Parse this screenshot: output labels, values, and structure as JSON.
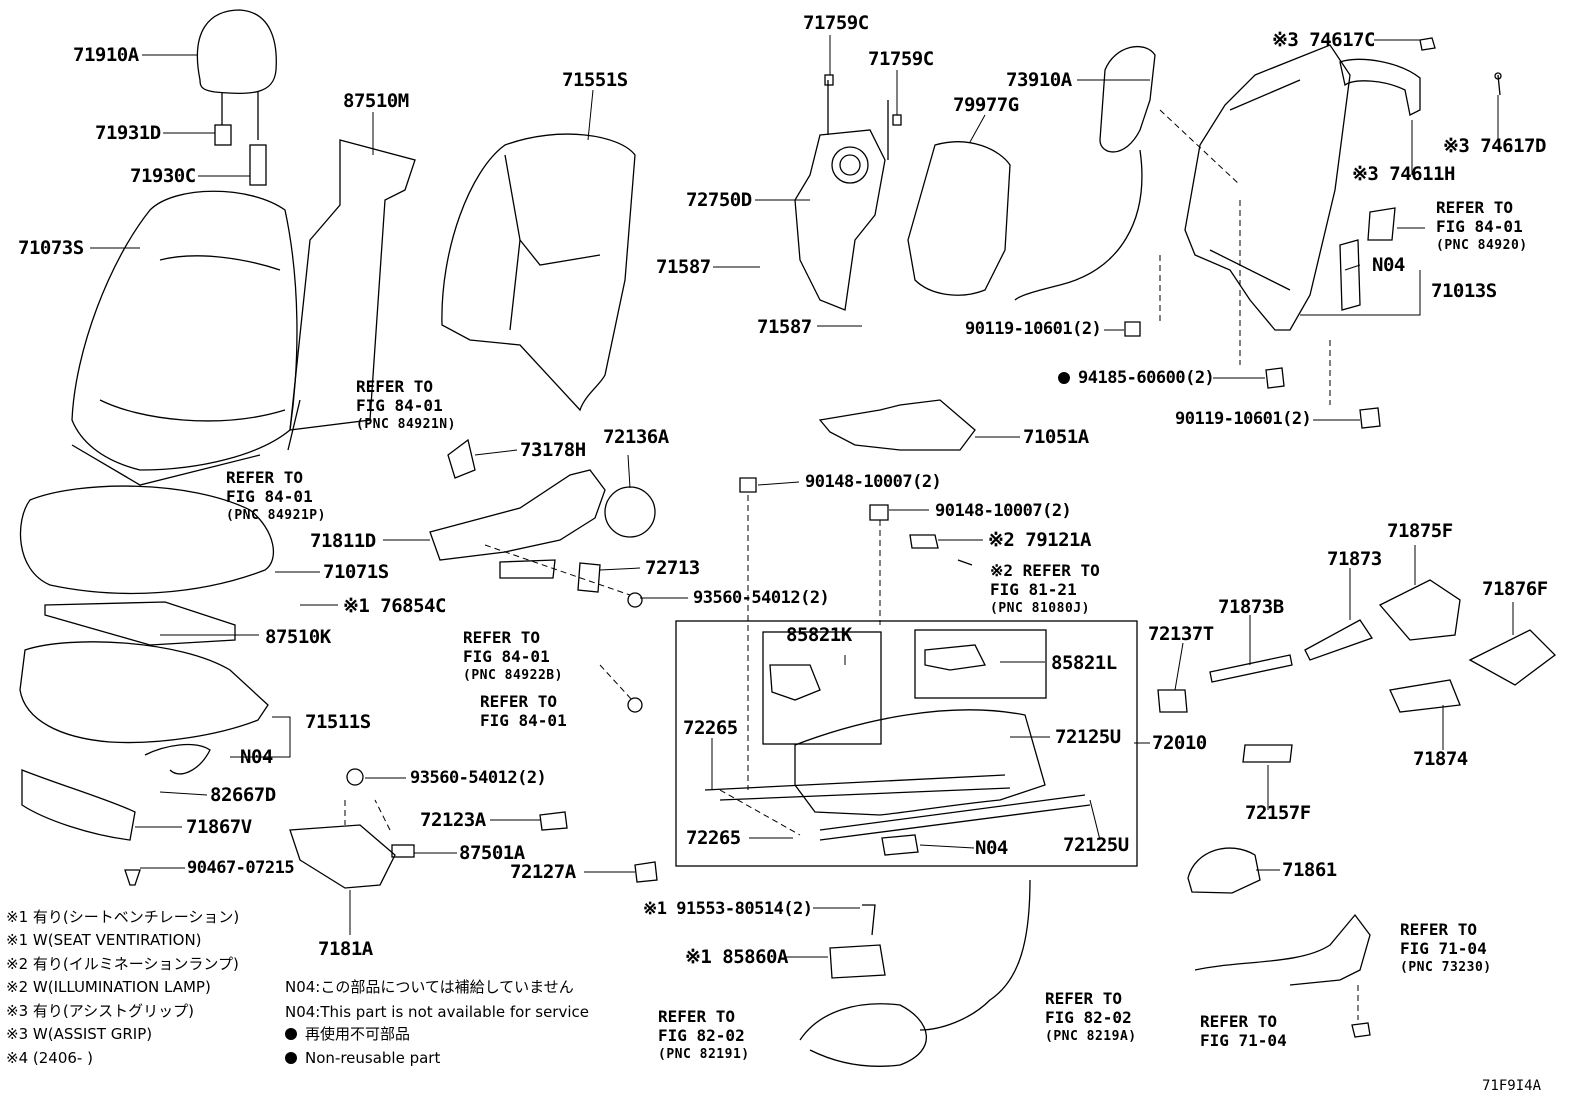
{
  "labels": {
    "p71910A": "71910A",
    "p71931D": "71931D",
    "p71930C": "71930C",
    "p71073S": "71073S",
    "p87510M": "87510M",
    "p71551S": "71551S",
    "p71759C_a": "71759C",
    "p71759C_b": "71759C",
    "p72750D": "72750D",
    "p71587_a": "71587",
    "p71587_b": "71587",
    "p79977G": "79977G",
    "p73910A": "73910A",
    "p74617C": "※3 74617C",
    "p74617D": "※3 74617D",
    "p74611H": "※3 74611H",
    "p71013S": "71013S",
    "pN04_a": "N04",
    "p90119_a": "90119-10601(2)",
    "p94185": "94185-60600(2)",
    "p90119_b": "90119-10601(2)",
    "p71051A": "71051A",
    "p73178H": "73178H",
    "p72136A": "72136A",
    "p90148_a": "90148-10007(2)",
    "p90148_b": "90148-10007(2)",
    "p71811D": "71811D",
    "p71071S": "71071S",
    "p72713": "72713",
    "p79121A": "※2 79121A",
    "p93560_a": "93560-54012(2)",
    "p76854C": "※1 76854C",
    "p87510K": "87510K",
    "p85821K": "85821K",
    "p85821L": "85821L",
    "p72137T": "72137T",
    "p71873B": "71873B",
    "p71873": "71873",
    "p71875F": "71875F",
    "p71876F": "71876F",
    "p72265_a": "72265",
    "p72125U_a": "72125U",
    "p72010": "72010",
    "p71874": "71874",
    "p71511S": "71511S",
    "pN04_b": "N04",
    "p82667D": "82667D",
    "p93560_b": "93560-54012(2)",
    "p72123A": "72123A",
    "p72265_b": "72265",
    "p72125U_b": "72125U",
    "pN04_c": "N04",
    "p72157F": "72157F",
    "p71867V": "71867V",
    "p87501A": "87501A",
    "p72127A": "72127A",
    "p71861": "71861",
    "p90467": "90467-07215",
    "p191553": "※1 91553-80514(2)",
    "p7181A": "7181A",
    "p85860A": "※1 85860A"
  },
  "refer_to": {
    "r1": {
      "line1": "REFER TO",
      "line2": "FIG 84-01",
      "pnc": "(PNC 84921N)"
    },
    "r2": {
      "line1": "REFER TO",
      "line2": "FIG 84-01",
      "pnc": "(PNC 84921P)"
    },
    "r3": {
      "line1": "REFER TO",
      "line2": "FIG 84-01",
      "pnc": "(PNC 84920)"
    },
    "r4": {
      "line1": "REFER TO",
      "line2": "FIG 84-01",
      "pnc": "(PNC 84922B)"
    },
    "r5": {
      "line1": "REFER TO",
      "line2": "FIG 84-01",
      "pnc": ""
    },
    "r6": {
      "line1": "※2 REFER TO",
      "line2": "FIG 81-21",
      "pnc": "(PNC 81080J)"
    },
    "r7": {
      "line1": "REFER TO",
      "line2": "FIG 71-04",
      "pnc": "(PNC 73230)"
    },
    "r8": {
      "line1": "REFER TO",
      "line2": "FIG 71-04",
      "pnc": ""
    },
    "r9": {
      "line1": "REFER TO",
      "line2": "FIG 82-02",
      "pnc": "(PNC 82191)"
    },
    "r10": {
      "line1": "REFER TO",
      "line2": "FIG 82-02",
      "pnc": "(PNC 8219A)"
    }
  },
  "legend": [
    "※1 有り(シートベンチレーション)",
    "※1 W(SEAT VENTIRATION)",
    "※2 有り(イルミネーションランプ)",
    "※2 W(ILLUMINATION LAMP)",
    "※3 有り(アシストグリップ)",
    "※3 W(ASSIST GRIP)",
    "※4 (2406-      )"
  ],
  "notes": {
    "n04_jp": "N04:この部品については補給していません",
    "n04_en": "N04:This part is not available for service",
    "nonreuse_jp": "再使用不可部品",
    "nonreuse_en": "Non-reusable part"
  },
  "figure_code": "71F9I4A"
}
